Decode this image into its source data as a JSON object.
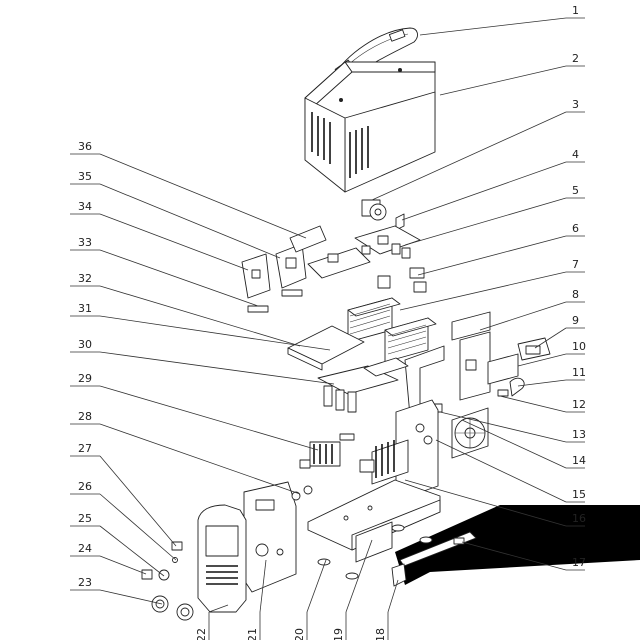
{
  "callouts": {
    "right": [
      "1",
      "2",
      "3",
      "4",
      "5",
      "6",
      "7",
      "8",
      "9",
      "10",
      "11",
      "12",
      "13",
      "14",
      "15",
      "16",
      "17"
    ],
    "bottom": [
      "18",
      "19",
      "20",
      "21",
      "22"
    ],
    "left": [
      "23",
      "24",
      "25",
      "26",
      "27",
      "28",
      "29",
      "30",
      "31",
      "32",
      "33",
      "34",
      "35",
      "36"
    ]
  },
  "icons": {
    "shadow_band": "black-diagonal-band"
  }
}
